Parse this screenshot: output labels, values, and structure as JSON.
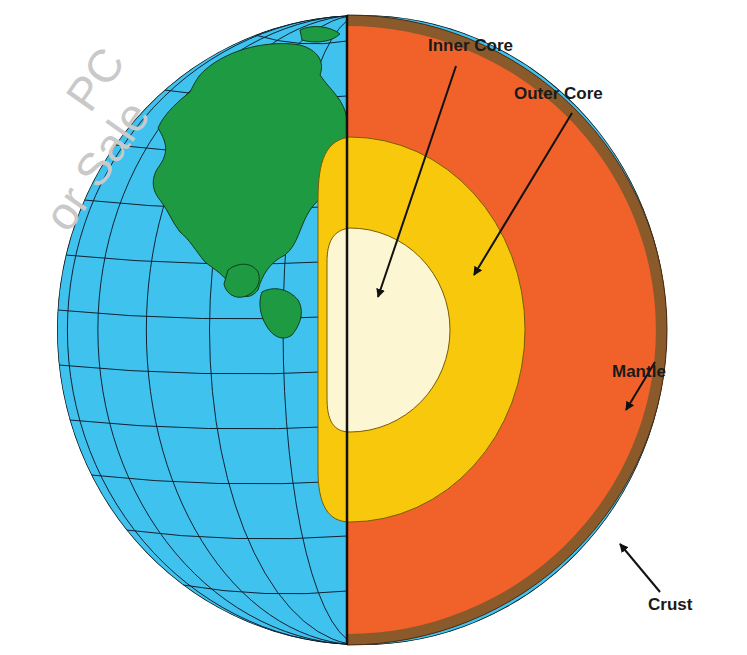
{
  "diagram": {
    "labels": [
      "Inner Core",
      "Outer Core",
      "Mantle",
      "Crust",
      "PC",
      "or Sale"
    ]
  }
}
